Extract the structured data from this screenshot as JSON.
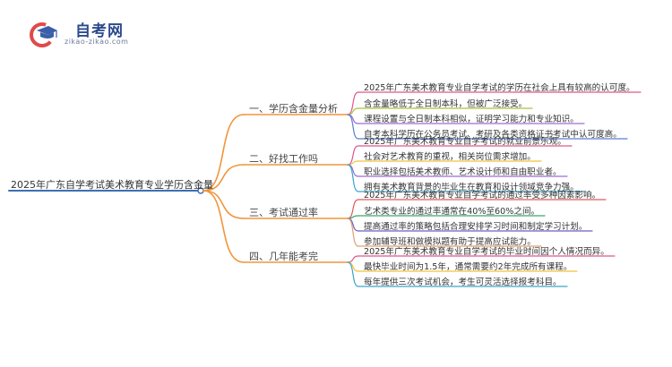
{
  "logo": {
    "title": "自考网",
    "subtitle": "zikao-zikao.com"
  },
  "root": {
    "label": "2025年广东自学考试美术教育专业学历含金量",
    "color": "#3f6fb5"
  },
  "branches": [
    {
      "label": "一、学历含金量分析",
      "color": "#f0953b",
      "leaves": [
        {
          "text": "2025年广东美术教育专业自学考试的学历在社会上具有较高的认可度。",
          "color": "#e0568a"
        },
        {
          "text": "含金量略低于全日制本科，但被广泛接受。",
          "color": "#a8c43a"
        },
        {
          "text": "课程设置与全日制本科相似，证明学习能力和专业知识。",
          "color": "#9b6cd6"
        },
        {
          "text": "自考本科学历在公务员考试、考研及各类资格证书考试中认可度高。",
          "color": "#5a7fd0"
        }
      ]
    },
    {
      "label": "二、好找工作吗",
      "color": "#f0953b",
      "leaves": [
        {
          "text": "2025年广东美术教育专业自学考试的就业前景乐观。",
          "color": "#e0568a"
        },
        {
          "text": "社会对艺术教育的重视，相关岗位需求增加。",
          "color": "#f2c23a"
        },
        {
          "text": "职业选择包括美术教师、艺术设计师和自由职业者。",
          "color": "#9b6cd6"
        },
        {
          "text": "拥有美术教育背景的毕业生在教育和设计领域竞争力强。",
          "color": "#3aa6c8"
        }
      ]
    },
    {
      "label": "三、考试通过率",
      "color": "#f0953b",
      "leaves": [
        {
          "text": "2025年广东美术教育专业自学考试的通过率受多种因素影响。",
          "color": "#e05a5a"
        },
        {
          "text": "艺术类专业的通过率通常在40%至60%之间。",
          "color": "#3aa86a"
        },
        {
          "text": "提高通过率的策略包括合理安排学习时间和制定学习计划。",
          "color": "#6a5fc8"
        },
        {
          "text": "参加辅导班和做模拟题有助于提高应试能力。",
          "color": "#e0a070"
        }
      ]
    },
    {
      "label": "四、几年能考完",
      "color": "#f0953b",
      "leaves": [
        {
          "text": "2025年广东美术教育专业自学考试的毕业时间因个人情况而异。",
          "color": "#e0568a"
        },
        {
          "text": "最快毕业时间为1.5年，通常需要约2年完成所有课程。",
          "color": "#f2c23a"
        },
        {
          "text": "每年提供三次考试机会，考生可灵活选择报考科目。",
          "color": "#3aa6c8"
        }
      ]
    }
  ]
}
